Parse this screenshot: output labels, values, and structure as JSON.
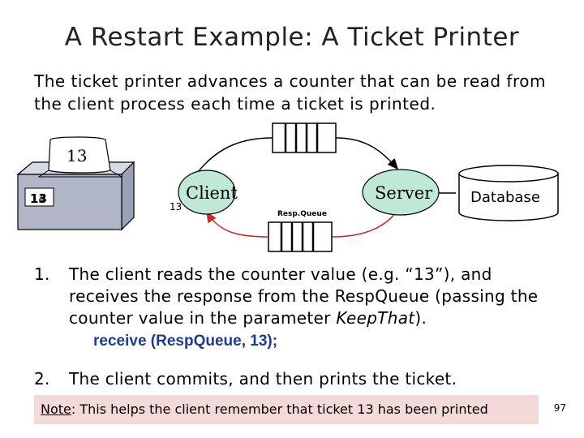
{
  "slide": {
    "title": "A Restart Example: A Ticket Printer",
    "intro": "The ticket printer advances a counter that can be read from the client process each time a ticket is printed.",
    "page_number": "97"
  },
  "diagram": {
    "ticket_number": "13",
    "counter_display_back": "14",
    "counter_display_front": "13",
    "client_label": "Client",
    "client_value": "13",
    "server_label": "Server",
    "database_label": "Database",
    "queue_label": "Resp.Queue",
    "colors": {
      "arrow_black": "#000000",
      "arrow_red": "#cc2a2a",
      "node_fill": "#bfe8d6",
      "printer_fill": "#b0b6c8"
    }
  },
  "steps": [
    {
      "num": "1.",
      "text": "The client reads the counter value (e.g. “13”), and receives the response from the RespQueue (passing the counter value in the parameter ",
      "italic": "KeepThat",
      "after": ").",
      "code": "receive (RespQueue, 13);"
    },
    {
      "num": "2.",
      "text": "The client commits, and then prints the ticket."
    }
  ],
  "note": {
    "label": "Note",
    "text": ":  This helps the client remember that ticket 13 has been printed"
  }
}
